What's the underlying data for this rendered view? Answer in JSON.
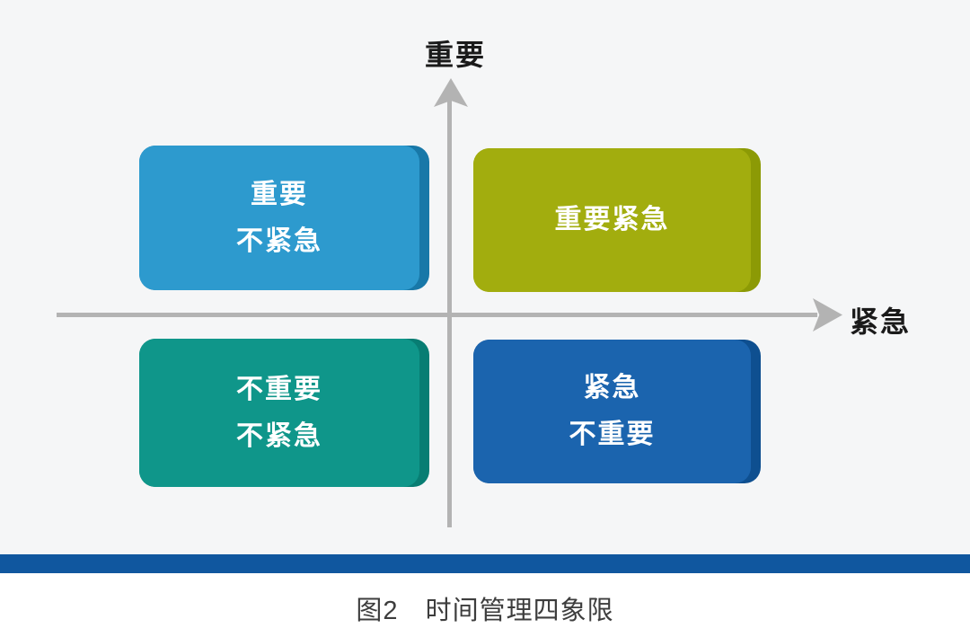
{
  "canvas": {
    "background": "#f5f6f7",
    "axis_color": "#b3b3b3"
  },
  "axes": {
    "vertical_label": "重要",
    "horizontal_label": "紧急"
  },
  "quadrants": [
    {
      "id": "important-not-urgent",
      "position": "top-left",
      "lines": [
        "重要",
        "不紧急"
      ],
      "color": "#2d9ace",
      "edge_color": "#1878a8"
    },
    {
      "id": "important-urgent",
      "position": "top-right",
      "lines": [
        "重要紧急"
      ],
      "color": "#a2ad0e",
      "edge_color": "#8c9a05"
    },
    {
      "id": "not-important-not-urgent",
      "position": "bottom-left",
      "lines": [
        "不重要",
        "不紧急"
      ],
      "color": "#0f968a",
      "edge_color": "#087d73"
    },
    {
      "id": "urgent-not-important",
      "position": "bottom-right",
      "lines": [
        "紧急",
        "不重要"
      ],
      "color": "#1b64ae",
      "edge_color": "#0e4f90"
    }
  ],
  "footer": {
    "bar_color": "#10579f"
  },
  "caption": {
    "figure_label": "图2",
    "title": "时间管理四象限"
  }
}
